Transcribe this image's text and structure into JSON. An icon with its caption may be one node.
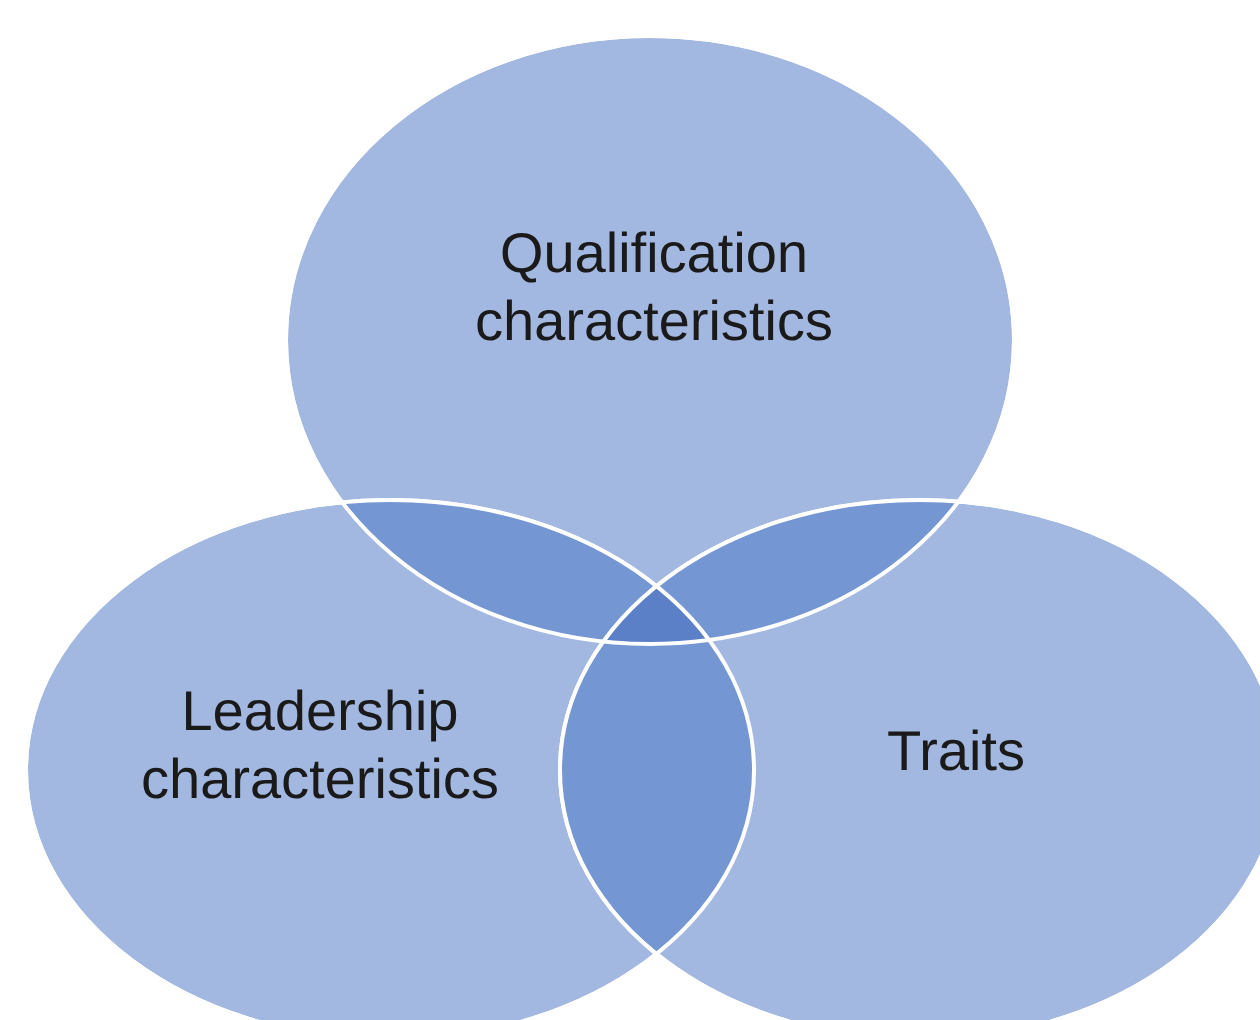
{
  "diagram": {
    "nodes": [
      {
        "text": [
          "Qualification characteristics"
        ]
      },
      {
        "text": [
          "Leadership characteristics"
        ]
      },
      {
        "text": [
          "Traits"
        ]
      }
    ]
  }
}
